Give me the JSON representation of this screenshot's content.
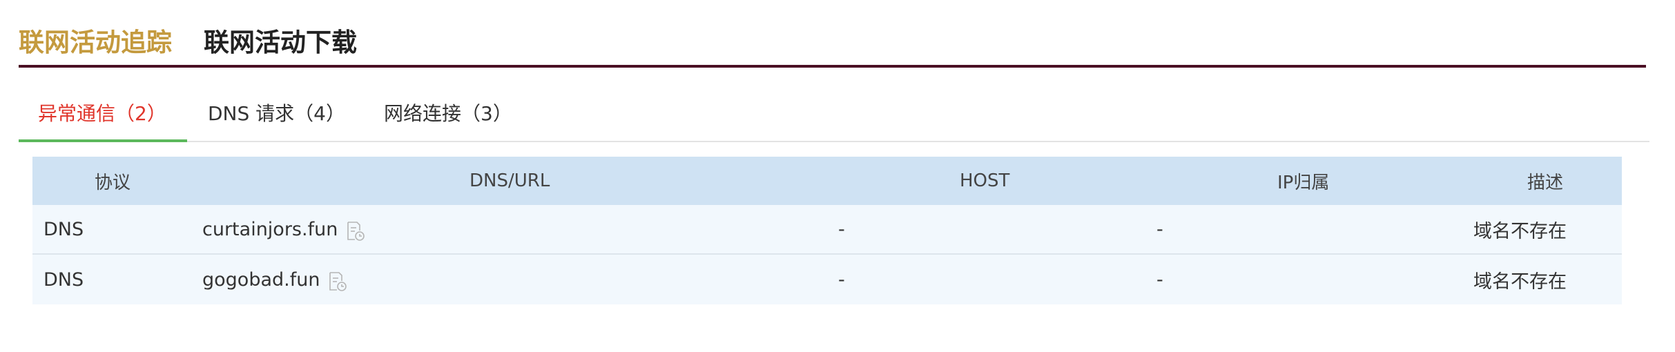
{
  "header": {
    "tabs": [
      {
        "label": "联网活动追踪",
        "active": true
      },
      {
        "label": "联网活动下载",
        "active": false
      }
    ]
  },
  "subtabs": [
    {
      "label": "异常通信（2）",
      "active": true
    },
    {
      "label": "DNS 请求（4）",
      "active": false
    },
    {
      "label": "网络连接（3）",
      "active": false
    }
  ],
  "table": {
    "columns": [
      "协议",
      "DNS/URL",
      "HOST",
      "IP归属",
      "描述"
    ],
    "rows": [
      {
        "protocol": "DNS",
        "url": "curtainjors.fun",
        "host": "-",
        "ip": "-",
        "desc": "域名不存在"
      },
      {
        "protocol": "DNS",
        "url": "gogobad.fun",
        "host": "-",
        "ip": "-",
        "desc": "域名不存在"
      }
    ]
  },
  "colors": {
    "accent_gold": "#c49a3e",
    "header_rule": "#4a0d24",
    "active_subtab_text": "#e0352b",
    "active_subtab_underline": "#5cb85c",
    "table_header_bg": "#cfe2f3",
    "table_row_bg": "#f2f8fd"
  },
  "icons": {
    "copy": "copy-icon"
  }
}
